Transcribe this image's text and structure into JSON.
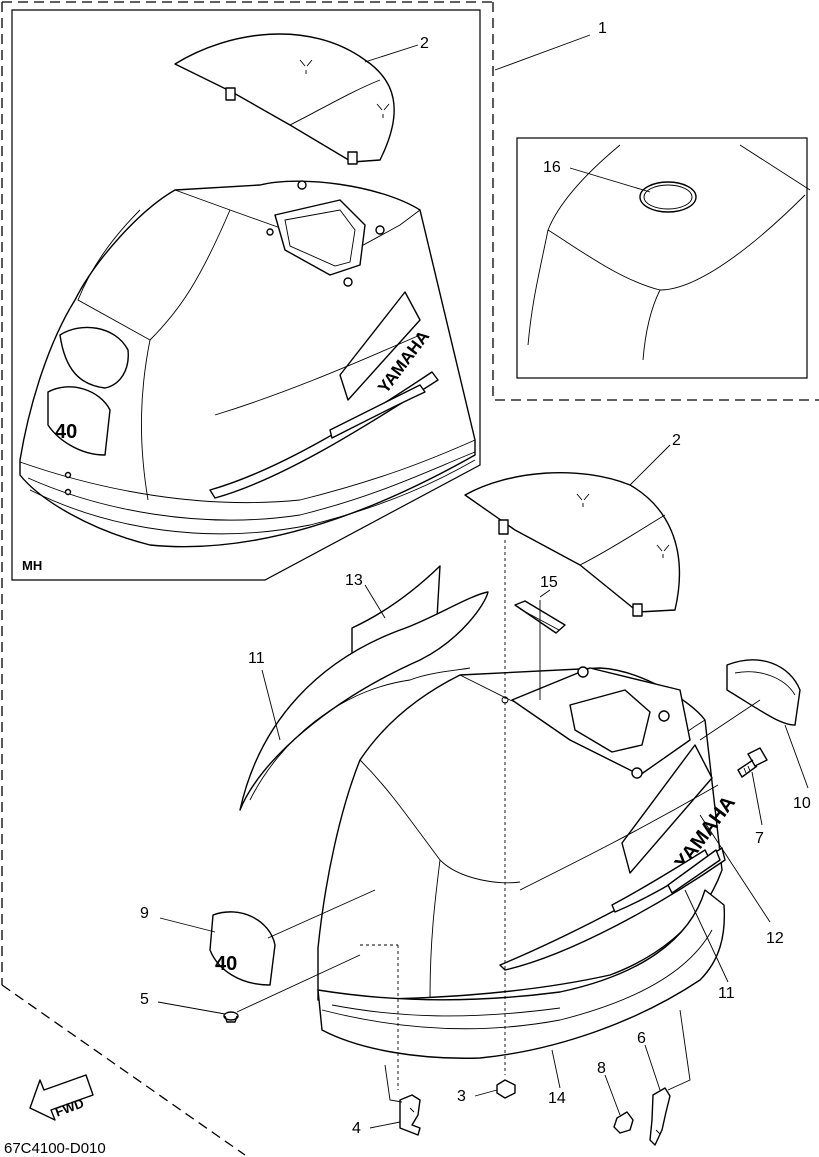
{
  "diagram": {
    "drawing_code": "67C4100-D010",
    "variant_label": "MH",
    "fwd_label": "FWD",
    "brand_text": "YAMAHA",
    "model_text": "40",
    "callouts": {
      "c1": "1",
      "c2a": "2",
      "c2b": "2",
      "c3": "3",
      "c4": "4",
      "c5": "5",
      "c6": "6",
      "c7": "7",
      "c8": "8",
      "c9": "9",
      "c10": "10",
      "c11a": "11",
      "c11b": "11",
      "c12": "12",
      "c13": "13",
      "c14": "14",
      "c15": "15",
      "c16": "16"
    }
  }
}
